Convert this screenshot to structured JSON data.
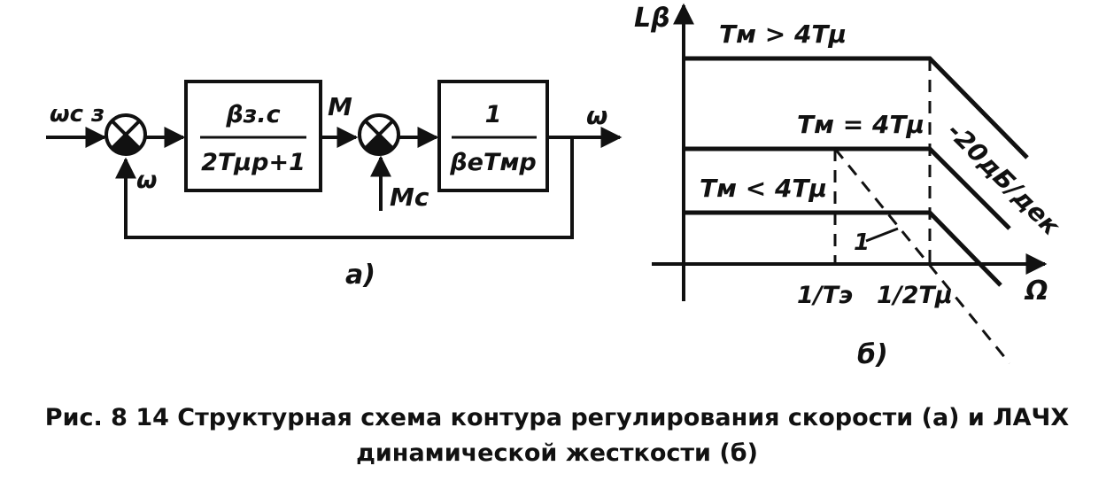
{
  "block_diagram": {
    "input_label": "ωc з",
    "block1_num": "βз.с",
    "block1_den": "2Tμp+1",
    "signal_m": "M",
    "disturbance": "Mc",
    "block2_num": "1",
    "block2_den": "βeTмp",
    "output_label": "ω",
    "feedback_label": "ω",
    "part_label": "а)"
  },
  "graph": {
    "y_axis_label": "Lβ",
    "x_axis_label": "Ω",
    "curve_upper_label": "Tм > 4Tμ",
    "curve_middle_label": "Tм = 4Tμ",
    "curve_lower_label": "Tм < 4Tμ",
    "slope_label": "-20дБ/дек",
    "curve_1_label": "1",
    "tick_1": "1/Tэ",
    "tick_2": "1/2Tμ",
    "part_label": "б)"
  },
  "caption": {
    "line1": "Рис. 8 14  Структурная схема контура регулирования скорости (а) и ЛАЧХ",
    "line2": "динамической жесткости (б)"
  }
}
